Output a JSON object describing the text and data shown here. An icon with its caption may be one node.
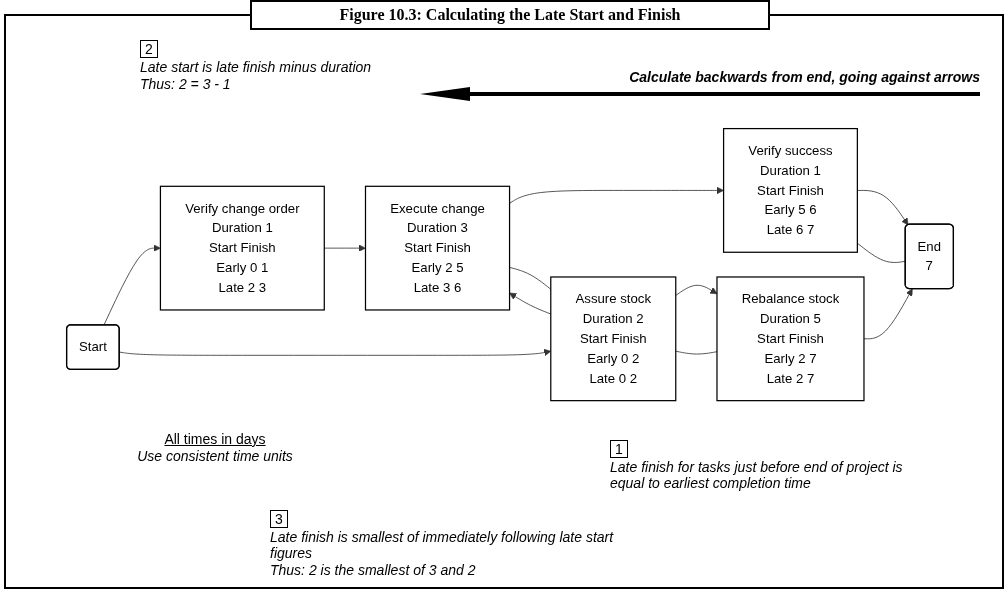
{
  "diagram": {
    "title": "Figure 10.3: Calculating the Late Start and Finish",
    "nodes": [
      {
        "text": [
          "Start"
        ]
      },
      {
        "text": [
          "Verify change order",
          "Duration",
          "1",
          "Start",
          "Finish",
          "Early",
          "0",
          "1",
          "Late",
          "2",
          "3"
        ]
      },
      {
        "text": [
          "Assure stock",
          "Duration",
          "2",
          "Start",
          "Finish",
          "Early",
          "0",
          "2",
          "Late",
          "0",
          "2"
        ]
      },
      {
        "text": [
          "Execute change",
          "Duration",
          "3",
          "Start",
          "Finish",
          "Early",
          "2",
          "5",
          "Late",
          "3",
          "6"
        ]
      },
      {
        "text": [
          "Rebalance stock",
          "Duration",
          "5",
          "Start",
          "Finish",
          "Early",
          "2",
          "7",
          "Late",
          "2",
          "7"
        ]
      },
      {
        "text": [
          "Verify success",
          "Duration",
          "1",
          "Start",
          "Finish",
          "Early",
          "5",
          "6",
          "Late",
          "6",
          "7"
        ]
      },
      {
        "text": [
          "End",
          "7"
        ]
      }
    ],
    "edges": [
      {
        "from": 0,
        "to": 1,
        "arrow": "to"
      },
      {
        "from": 0,
        "to": 2,
        "arrow": "to"
      },
      {
        "from": 1,
        "to": 3,
        "arrow": "to"
      },
      {
        "from": 2,
        "to": 3,
        "arrow": "to"
      },
      {
        "from": 2,
        "to": 4,
        "arrow": "to"
      },
      {
        "from": 3,
        "to": 5,
        "arrow": "to"
      },
      {
        "from": 5,
        "to": 6,
        "arrow": "to"
      },
      {
        "from": 4,
        "to": 6,
        "arrow": "to"
      },
      {
        "from": 6,
        "to": 5,
        "arrow": "none"
      },
      {
        "from": 3,
        "to": 2,
        "arrow": "none"
      },
      {
        "from": 4,
        "to": 2,
        "arrow": "none"
      }
    ],
    "labels": [
      "2",
      "Late start is late finish minus duration",
      "Thus: 2 = 3 - 1",
      "Calculate backwards from end, going against arrows",
      "All times in days",
      "Use consistent time units",
      "1",
      "Late finish for tasks just before end of project is equal to earliest completion time",
      "3",
      "Late finish is smallest of immediately following late start figures",
      "Thus: 2 is the smallest of 3 and 2"
    ]
  }
}
